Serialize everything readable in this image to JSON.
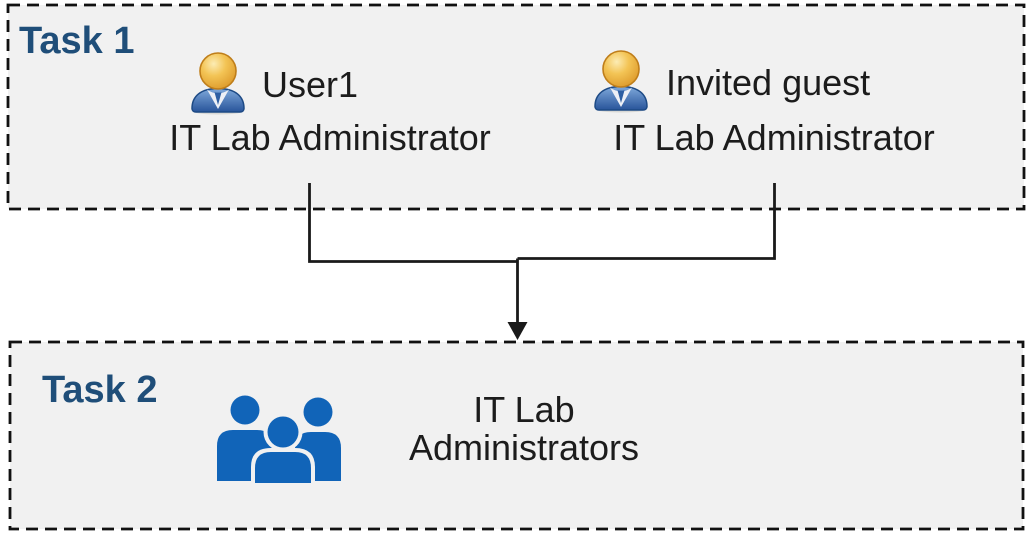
{
  "colors": {
    "page_bg": "#ffffff",
    "box_bg": "#f1f1f1",
    "box_border": "#111111",
    "task_label": "#1f4e79",
    "text": "#1c1c1c",
    "line": "#1a1a1a",
    "group_icon": "#1164b8",
    "person_head": "#edab3c",
    "person_body": "#3a6bae"
  },
  "task1": {
    "label": "Task 1",
    "members": [
      {
        "icon": "person-icon",
        "name": "User1",
        "role": "IT Lab Administrator"
      },
      {
        "icon": "person-icon",
        "name": "Invited guest",
        "role": "IT Lab Administrator"
      }
    ]
  },
  "task2": {
    "label": "Task 2",
    "group": {
      "icon": "people-group-icon",
      "name": "IT Lab\nAdministrators"
    }
  }
}
